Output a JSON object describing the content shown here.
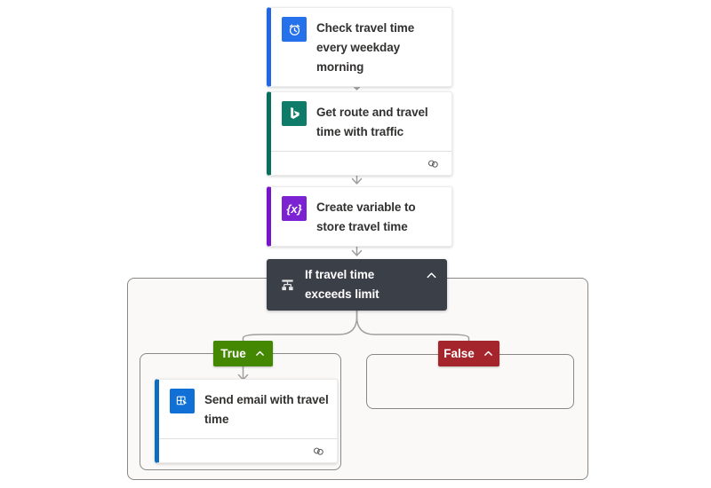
{
  "page": {
    "type": "flow-designer-canvas",
    "background": "#FFFFFF"
  },
  "steps": {
    "recurrence": {
      "title": "Check travel time every weekday morning",
      "icon": "alarm-clock-icon",
      "accent_color": "#2266E3"
    },
    "bing": {
      "title": "Get route and travel time with traffic",
      "icon": "bing-maps-icon",
      "footer_icon": "connection-link-icon",
      "accent_color": "#0A6E5C"
    },
    "variable": {
      "title": "Create variable to store travel time",
      "icon": "variable-braces-icon",
      "glyph": "{x}",
      "accent_color": "#7B22D3"
    }
  },
  "condition": {
    "title": "If travel time exceeds limit",
    "icon": "condition-branch-icon",
    "collapse_icon": "chevron-up-icon",
    "bg_color": "#3B3F48"
  },
  "branches": {
    "true": {
      "label": "True",
      "color": "#448700",
      "collapse_icon": "chevron-up-icon"
    },
    "false": {
      "label": "False",
      "color": "#A4262C",
      "collapse_icon": "chevron-up-icon"
    }
  },
  "email_card": {
    "title": "Send email with travel time",
    "icon": "outlook-icon",
    "footer_icon": "connection-link-icon",
    "accent_color": "#0F6CBD"
  },
  "connector_color": "#A19F9D"
}
